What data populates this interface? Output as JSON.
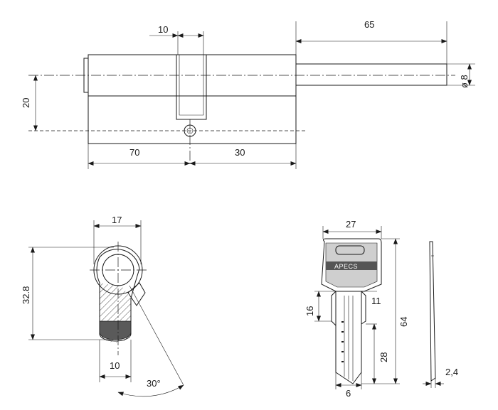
{
  "side_view": {
    "dim_cam_width": "10",
    "dim_rod_length": "65",
    "dim_rod_diameter": "ø 8",
    "dim_axis_offset": "20",
    "dim_left_length": "70",
    "dim_right_length": "30"
  },
  "profile_view": {
    "dim_width": "17",
    "dim_height": "32.8",
    "dim_bottom_width": "10",
    "dim_angle": "30°"
  },
  "key_view": {
    "dim_head_width": "27",
    "dim_total_length": "64",
    "dim_upper_blade": "16",
    "dim_blade_right": "11",
    "dim_blade_length": "28",
    "dim_blade_width": "6",
    "dim_thickness": "2,4",
    "brand_label": "APECS"
  }
}
